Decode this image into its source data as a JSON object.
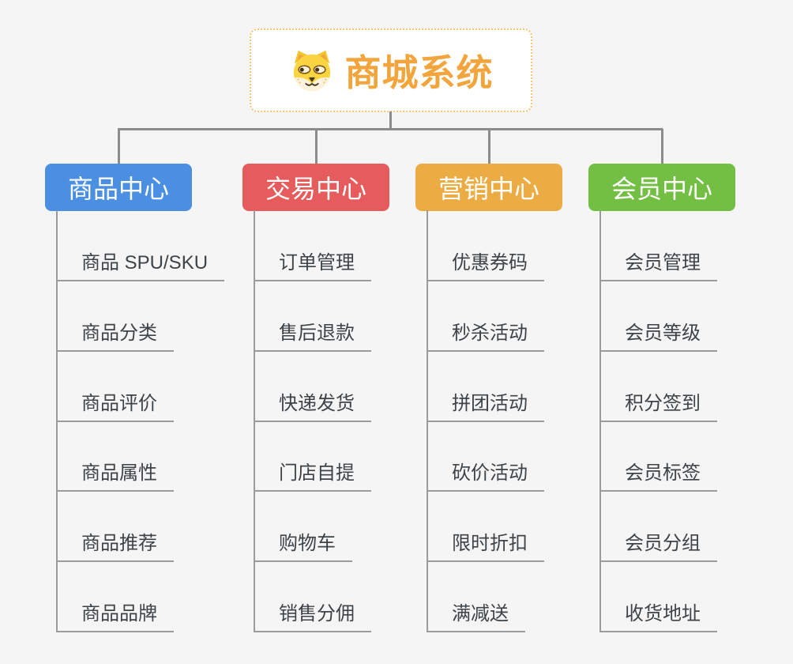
{
  "root": {
    "title": "商城系统",
    "icon": "dog-face-icon"
  },
  "branches": [
    {
      "label": "商品中心",
      "color": "#4B8FE2",
      "items": [
        "商品 SPU/SKU",
        "商品分类",
        "商品评价",
        "商品属性",
        "商品推荐",
        "商品品牌"
      ]
    },
    {
      "label": "交易中心",
      "color": "#E65C5C",
      "items": [
        "订单管理",
        "售后退款",
        "快递发货",
        "门店自提",
        "购物车",
        "销售分佣"
      ]
    },
    {
      "label": "营销中心",
      "color": "#ECAC44",
      "items": [
        "优惠券码",
        "秒杀活动",
        "拼团活动",
        "砍价活动",
        "限时折扣",
        "满减送"
      ]
    },
    {
      "label": "会员中心",
      "color": "#72BF43",
      "items": [
        "会员管理",
        "会员等级",
        "积分签到",
        "会员标签",
        "会员分组",
        "收货地址"
      ]
    }
  ],
  "colors": {
    "background": "#F5F5F5",
    "root_accent": "#F2A53C",
    "root_border": "#F6C671",
    "connector": "#8C8C8C",
    "leaf_line": "#9B9B9B",
    "leaf_text": "#3E4347",
    "branch_text": "#FFFFFF"
  }
}
